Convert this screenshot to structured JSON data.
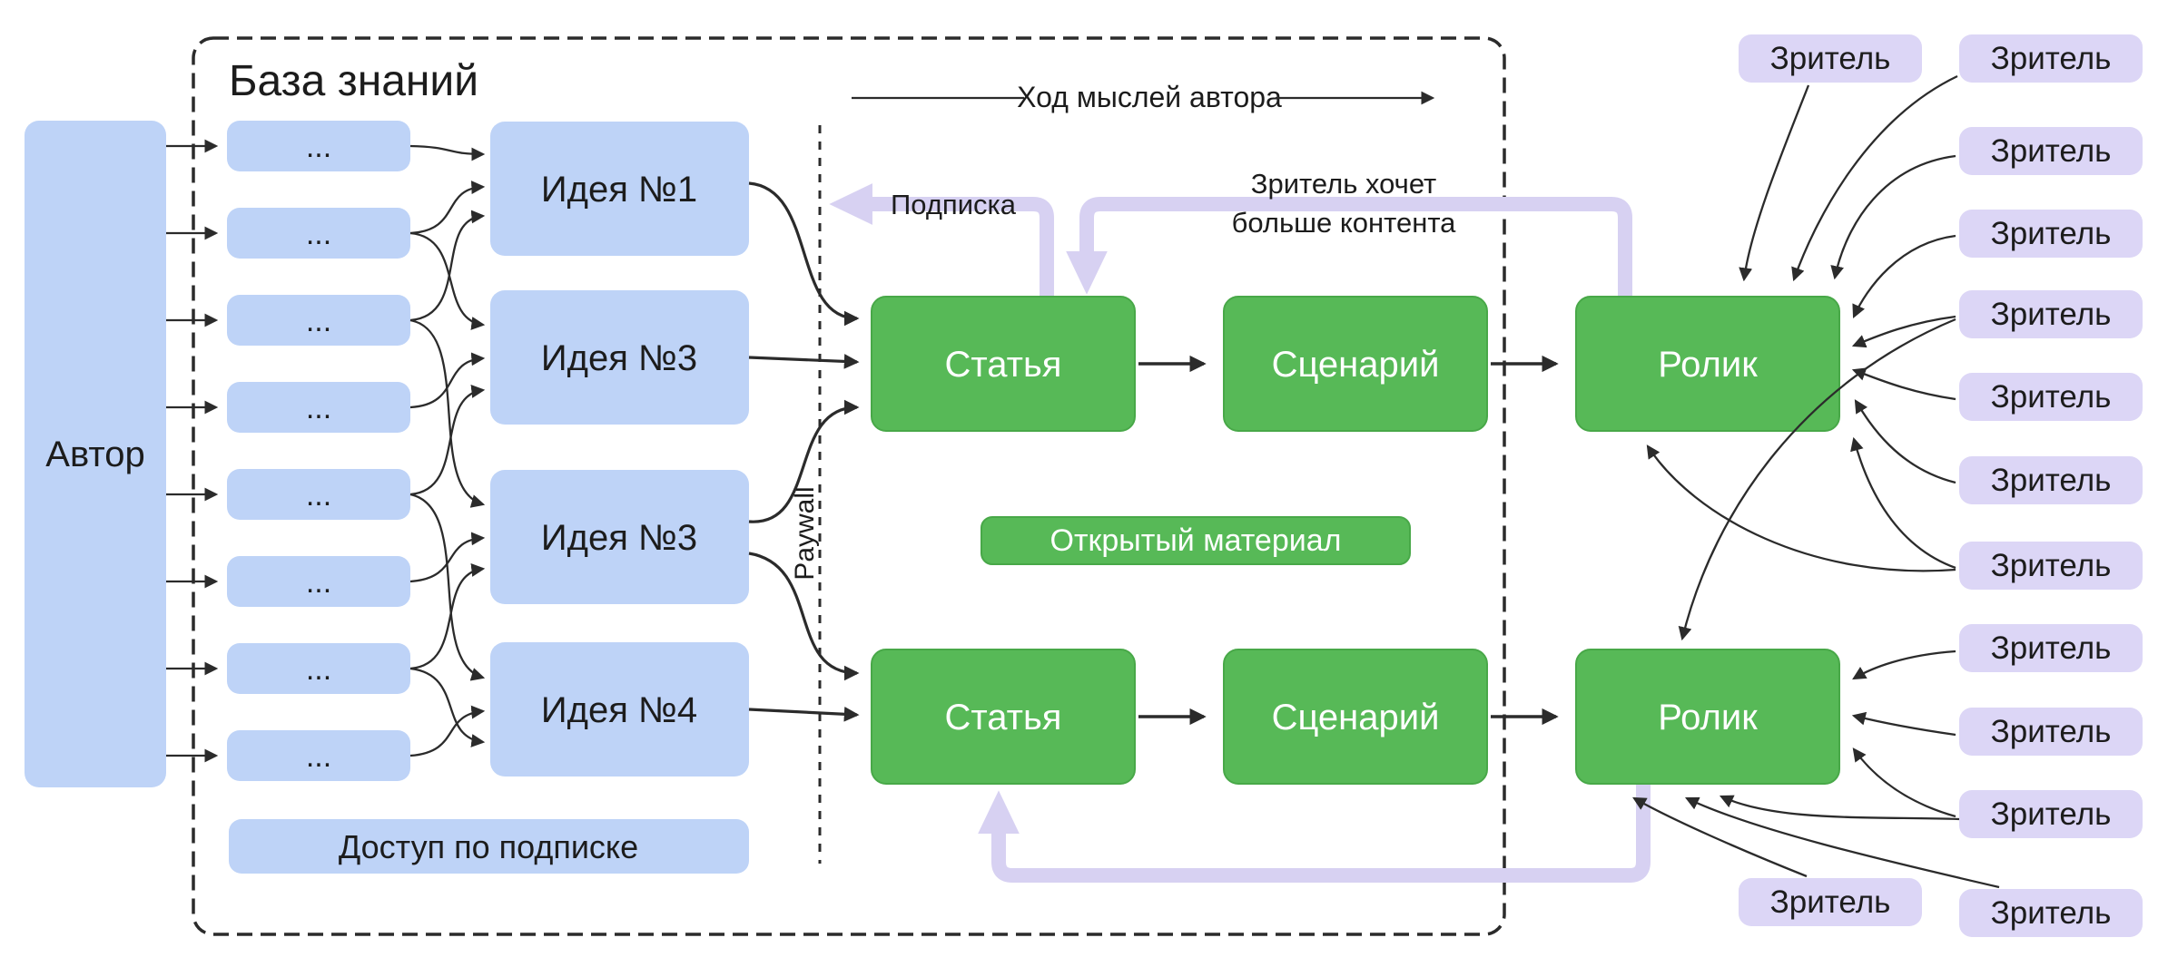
{
  "labels": {
    "author": "Автор",
    "kb_title": "База знаний",
    "dots": "...",
    "ideas": [
      "Идея №1",
      "Идея №3",
      "Идея №3",
      "Идея №4"
    ],
    "subscription_access": "Доступ по подписке",
    "paywall": "Paywall",
    "thought_flow": "Ход мыслей автора",
    "subscription": "Подписка",
    "viewer_wants_1": "Зритель хочет",
    "viewer_wants_2": "больше контента",
    "open_material": "Открытый материал",
    "article": "Статья",
    "scenario": "Сценарий",
    "video": "Ролик",
    "viewer": "Зритель"
  },
  "colors": {
    "box_blue": "#bed3f7",
    "box_green": "#57b957",
    "box_green_border": "#48a848",
    "box_lavender": "#dcd6f6",
    "purple_arrow": "#d7d1f2",
    "line_dark": "#2b2b2b",
    "text_dark": "#1c1c1c",
    "text_light": "#ffffff",
    "bg": "#ffffff"
  }
}
